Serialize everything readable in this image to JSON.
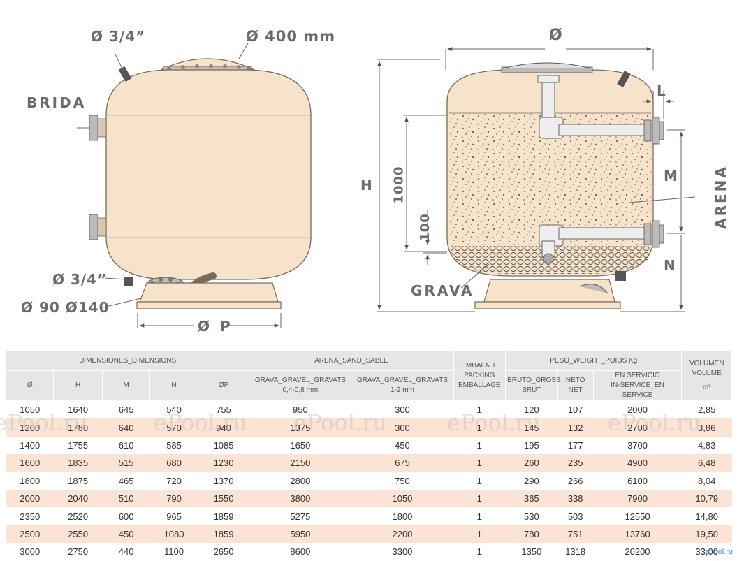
{
  "left_drawing": {
    "label_valve_top": "Ø 3/4”",
    "label_lid": "Ø 400 mm",
    "label_brida": "BRIDA",
    "label_valve_bottom": "Ø 3/4”",
    "label_pipes": "Ø 90 Ø140",
    "label_base": "Ø P"
  },
  "right_drawing": {
    "label_diameter": "Ø",
    "label_h": "H",
    "label_1000": "1000",
    "label_100": "100",
    "label_l": "L",
    "label_m": "M",
    "label_n": "N",
    "label_arena": "ARENA",
    "label_grava": "GRAVA"
  },
  "table": {
    "group_headers": {
      "dimensions": "DIMENSIONES_DIMENSIONS",
      "sand": "ARENA_SAND_SABLE",
      "packing": [
        "EMBALAJE",
        "PACKING",
        "EMBALLAGE"
      ],
      "weight": "PESO_WEIGHT_POIDS   Kg",
      "volume": [
        "VOLUMEN",
        "VOLUME"
      ]
    },
    "sub_headers": {
      "d": "Ø",
      "h": "H",
      "m": "M",
      "n": "N",
      "p": "ØP",
      "gravel1": [
        "GRAVA_GRAVEL_GRAVATS",
        "0,4-0,8 mm"
      ],
      "gravel2": [
        "GRAVA_GRAVEL_GRAVATS",
        "1-2 mm"
      ],
      "gross": [
        "BRUTO_GROSS",
        "BRUT"
      ],
      "net": [
        "NETO",
        "NET"
      ],
      "service": [
        "EN SERVICIO",
        "IN-SERVICE_EN SERVICE"
      ],
      "volume_unit": "m³"
    },
    "rows": [
      [
        "1050",
        "1640",
        "645",
        "540",
        "755",
        "950",
        "300",
        "1",
        "120",
        "107",
        "2000",
        "2,85"
      ],
      [
        "1200",
        "1780",
        "640",
        "570",
        "940",
        "1375",
        "300",
        "1",
        "145",
        "132",
        "2700",
        "3,86"
      ],
      [
        "1400",
        "1755",
        "610",
        "585",
        "1085",
        "1650",
        "450",
        "1",
        "195",
        "177",
        "3700",
        "4,83"
      ],
      [
        "1600",
        "1835",
        "515",
        "680",
        "1230",
        "2150",
        "675",
        "1",
        "260",
        "235",
        "4900",
        "6,48"
      ],
      [
        "1800",
        "1875",
        "465",
        "720",
        "1370",
        "2800",
        "750",
        "1",
        "290",
        "266",
        "6100",
        "8,04"
      ],
      [
        "2000",
        "2040",
        "510",
        "790",
        "1550",
        "3800",
        "1050",
        "1",
        "365",
        "338",
        "7900",
        "10,79"
      ],
      [
        "2350",
        "2520",
        "600",
        "965",
        "1859",
        "5275",
        "1800",
        "1",
        "530",
        "503",
        "12550",
        "14,80"
      ],
      [
        "2500",
        "2550",
        "450",
        "1080",
        "1859",
        "5950",
        "2200",
        "1",
        "780",
        "751",
        "13760",
        "19,50"
      ],
      [
        "3000",
        "2750",
        "440",
        "1100",
        "2650",
        "8600",
        "3300",
        "1",
        "1350",
        "1318",
        "20200",
        "33,00"
      ]
    ]
  },
  "watermark": "ePool.ru",
  "site_mark": "epool.ru",
  "colors": {
    "tank": "#f7e3c9",
    "tank_stroke": "#7a6a5a",
    "row_highlight": "#fbe4d4",
    "header_bg": "#e6e6e6",
    "dim_line": "#666666"
  }
}
